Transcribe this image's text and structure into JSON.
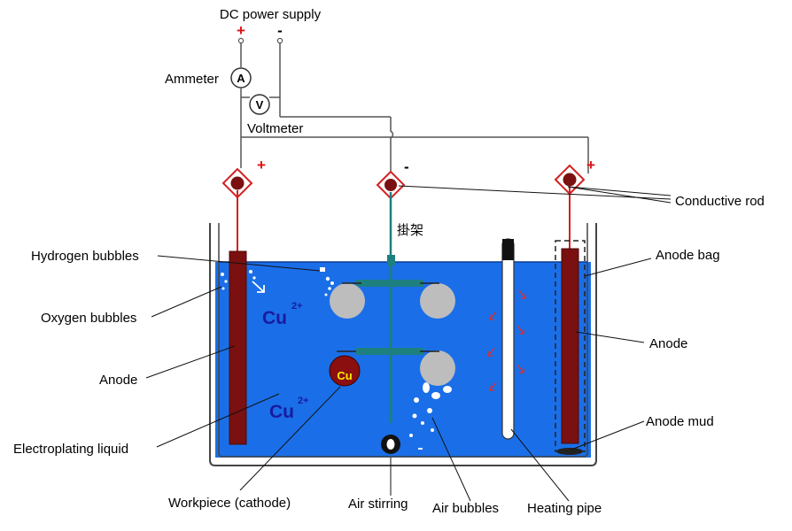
{
  "labels": {
    "power_supply": "DC power supply",
    "plus": "+",
    "minus": "-",
    "ammeter": "Ammeter",
    "ammeter_symbol": "A",
    "voltmeter": "Voltmeter",
    "voltmeter_symbol": "V",
    "conductive_rod": "Conductive rod",
    "rack": "掛架",
    "hydrogen_bubbles": "Hydrogen bubbles",
    "oxygen_bubbles": "Oxygen bubbles",
    "anode_left": "Anode",
    "electroplating_liquid": "Electroplating liquid",
    "workpiece": "Workpiece (cathode)",
    "air_stirring": "Air stirring",
    "air_bubbles": "Air bubbles",
    "heating_pipe": "Heating pipe",
    "anode_mud": "Anode mud",
    "anode_right": "Anode",
    "anode_bag": "Anode bag",
    "ion": "Cu",
    "ion_charge": "2+",
    "workpiece_text": "Cu"
  },
  "colors": {
    "liquid": "#1a6fe8",
    "anode": "#7a1010",
    "wire": "#555555",
    "red_wire": "#d42020",
    "sign_red": "#e01010",
    "ion_text": "#1a1aa0",
    "workpiece_fill": "#8b0f0f",
    "workpiece_text": "#ffee00",
    "rack": "#1e7f7f",
    "pads": "#bdbdbd"
  }
}
